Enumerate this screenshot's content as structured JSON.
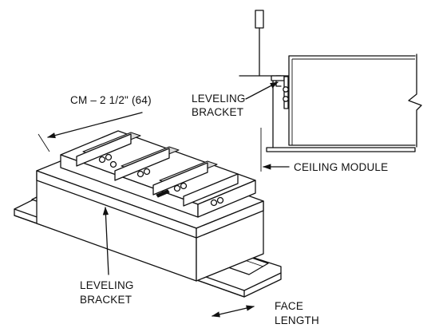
{
  "labels": {
    "cm_dimension": "CM – 2 1/2\" (64)",
    "leveling_bracket_top_line1": "LEVELING",
    "leveling_bracket_top_line2": "BRACKET",
    "ceiling_module": "CEILING MODULE",
    "leveling_bracket_bottom_line1": "LEVELING",
    "leveling_bracket_bottom_line2": "BRACKET",
    "face_length_line1": "FACE",
    "face_length_line2": "LENGTH"
  }
}
